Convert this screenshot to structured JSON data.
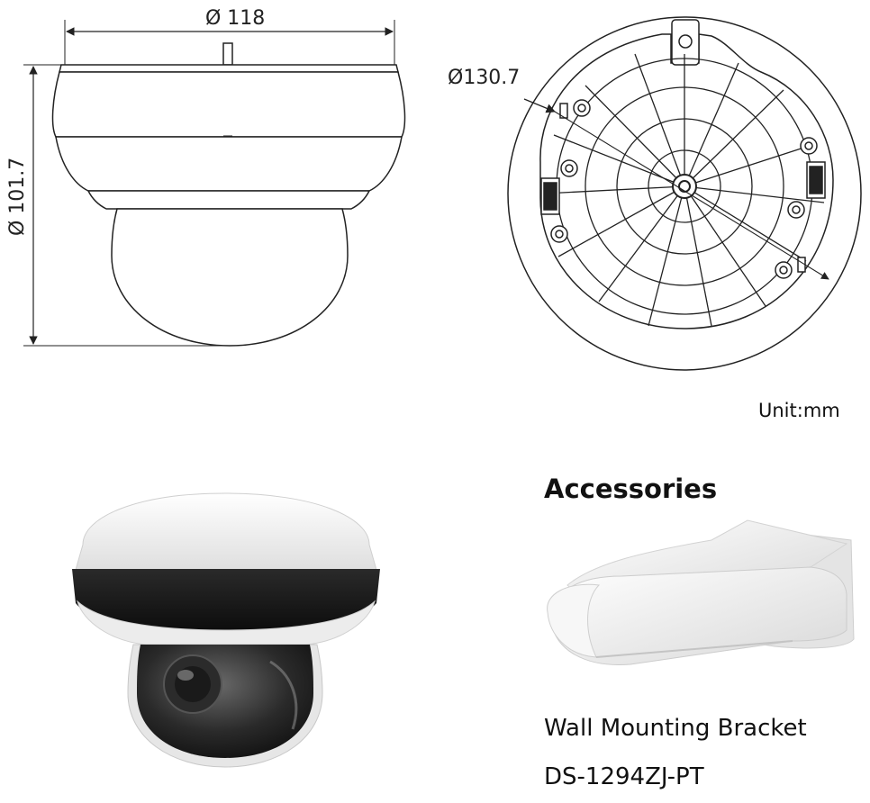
{
  "dimensions": {
    "width_label": "Ø 118",
    "height_label": "Ø 101.7",
    "mount_diameter_label": "Ø130.7",
    "unit_label": "Unit:mm"
  },
  "accessories": {
    "heading": "Accessories",
    "item_name": "Wall Mounting Bracket",
    "item_model": "DS-1294ZJ-PT"
  },
  "colors": {
    "line": "#222222",
    "camera_white": "#f2f2f2",
    "camera_dark_band": "#1a1a1a",
    "dome_tint": "#3a3a3a"
  }
}
